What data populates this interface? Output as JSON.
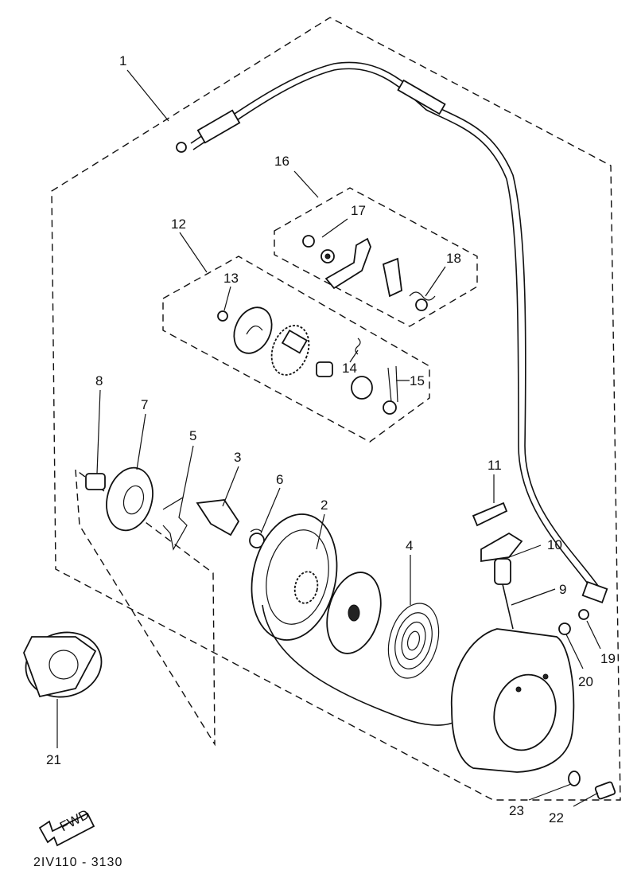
{
  "diagram": {
    "drawing_code": "2IV110 - 3130",
    "fwd_label": "FWD",
    "callouts": [
      {
        "id": "c1",
        "text": "1"
      },
      {
        "id": "c2",
        "text": "2"
      },
      {
        "id": "c3",
        "text": "3"
      },
      {
        "id": "c4",
        "text": "4"
      },
      {
        "id": "c5",
        "text": "5"
      },
      {
        "id": "c6",
        "text": "6"
      },
      {
        "id": "c7",
        "text": "7"
      },
      {
        "id": "c8",
        "text": "8"
      },
      {
        "id": "c9",
        "text": "9"
      },
      {
        "id": "c10",
        "text": "10"
      },
      {
        "id": "c11",
        "text": "11"
      },
      {
        "id": "c12",
        "text": "12"
      },
      {
        "id": "c13",
        "text": "13"
      },
      {
        "id": "c14",
        "text": "14"
      },
      {
        "id": "c15",
        "text": "15"
      },
      {
        "id": "c16",
        "text": "16"
      },
      {
        "id": "c17",
        "text": "17"
      },
      {
        "id": "c18",
        "text": "18"
      },
      {
        "id": "c19",
        "text": "19"
      },
      {
        "id": "c20",
        "text": "20"
      },
      {
        "id": "c21",
        "text": "21"
      },
      {
        "id": "c22",
        "text": "22"
      },
      {
        "id": "c23",
        "text": "23"
      }
    ]
  }
}
